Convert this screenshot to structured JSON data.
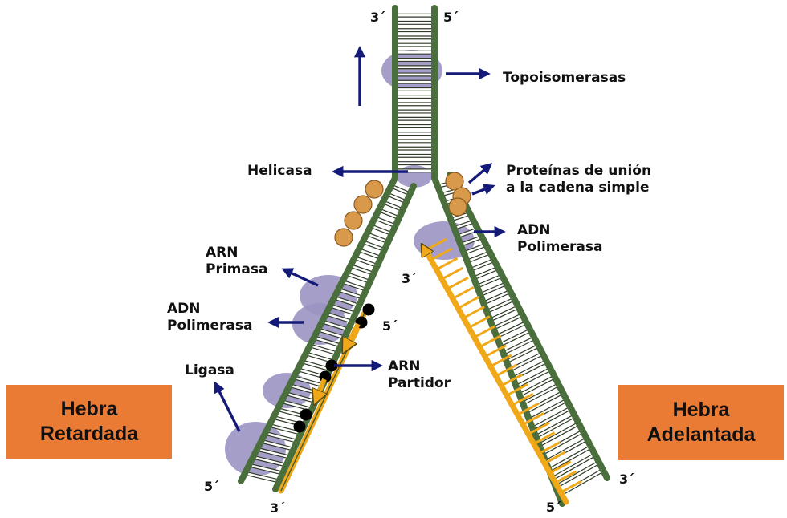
{
  "diagram": {
    "labels": {
      "topoisomerasas": "Topoisomerasas",
      "helicasa": "Helicasa",
      "proteinas_line1": "Proteínas de unión",
      "proteinas_line2": "a la cadena simple",
      "adn_pol_right_line1": "ADN",
      "adn_pol_right_line2": "Polimerasa",
      "arn_primasa_line1": "ARN",
      "arn_primasa_line2": "Primasa",
      "adn_pol_left_line1": "ADN",
      "adn_pol_left_line2": "Polimerasa",
      "ligasa": "Ligasa",
      "arn_partidor_line1": "ARN",
      "arn_partidor_line2": "Partidor"
    },
    "primes": {
      "top_left": "3´",
      "top_right": "5´",
      "leading_primer_end": "3´",
      "okazaki_end": "5´",
      "bottom_left_outer": "5´",
      "bottom_left_inner": "3´",
      "bottom_right_outer": "3´",
      "bottom_right_inner": "5´"
    },
    "boxes": {
      "lagging_line1": "Hebra",
      "lagging_line2": "Retardada",
      "leading_line1": "Hebra",
      "leading_line2": "Adelantada"
    },
    "colors": {
      "backbone_green": "#4a6e3c",
      "rung": "#ffffff",
      "new_strand": "#f0a818",
      "enzyme_purple": "#9b93c3",
      "protein_orange": "#d89a4a",
      "arrow_navy": "#141a78",
      "box_orange": "#ea7b34"
    }
  }
}
